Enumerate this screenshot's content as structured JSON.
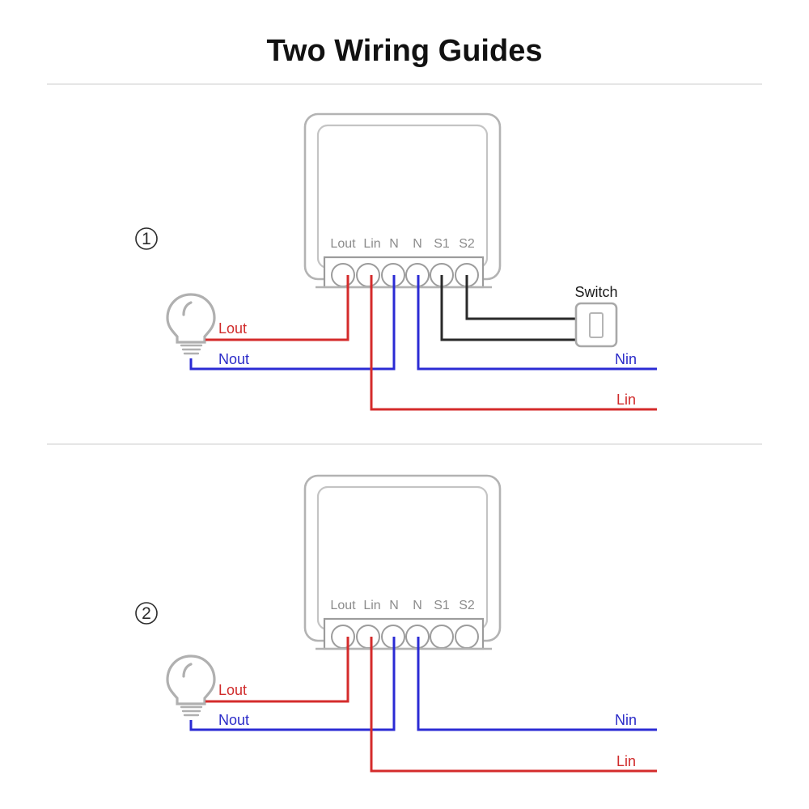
{
  "page": {
    "title": "Two Wiring Guides",
    "background_color": "#ffffff"
  },
  "colors": {
    "live_wire": "#d42b2b",
    "neutral_wire": "#2b2bd4",
    "signal_wire": "#2a2a2a",
    "device_outline": "#b3b3b3",
    "terminal_label": "#8c8c8c",
    "divider": "#e6e6e6"
  },
  "diagrams": [
    {
      "step_number": "①",
      "step_plain": "1",
      "device": {
        "terminals": [
          {
            "label": "Lout",
            "wire_color": "#d42b2b",
            "connected": true
          },
          {
            "label": "Lin",
            "wire_color": "#d42b2b",
            "connected": true
          },
          {
            "label": "N",
            "wire_color": "#2b2bd4",
            "connected": true
          },
          {
            "label": "N",
            "wire_color": "#2b2bd4",
            "connected": true
          },
          {
            "label": "S1",
            "wire_color": "#2a2a2a",
            "connected": true
          },
          {
            "label": "S2",
            "wire_color": "#2a2a2a",
            "connected": true
          }
        ]
      },
      "load": {
        "name": "light-bulb"
      },
      "switch": {
        "label": "Switch",
        "present": true
      },
      "wire_labels": [
        {
          "text": "Lout",
          "color": "#d42b2b"
        },
        {
          "text": "Nout",
          "color": "#2b2bd4"
        },
        {
          "text": "Nin",
          "color": "#2b2bd4"
        },
        {
          "text": "Lin",
          "color": "#d42b2b"
        }
      ]
    },
    {
      "step_number": "②",
      "step_plain": "2",
      "device": {
        "terminals": [
          {
            "label": "Lout",
            "wire_color": "#d42b2b",
            "connected": true
          },
          {
            "label": "Lin",
            "wire_color": "#d42b2b",
            "connected": true
          },
          {
            "label": "N",
            "wire_color": "#2b2bd4",
            "connected": true
          },
          {
            "label": "N",
            "wire_color": "#2b2bd4",
            "connected": true
          },
          {
            "label": "S1",
            "wire_color": "#2a2a2a",
            "connected": false
          },
          {
            "label": "S2",
            "wire_color": "#2a2a2a",
            "connected": false
          }
        ]
      },
      "load": {
        "name": "light-bulb"
      },
      "switch": {
        "label": "",
        "present": false
      },
      "wire_labels": [
        {
          "text": "Lout",
          "color": "#d42b2b"
        },
        {
          "text": "Nout",
          "color": "#2b2bd4"
        },
        {
          "text": "Nin",
          "color": "#2b2bd4"
        },
        {
          "text": "Lin",
          "color": "#d42b2b"
        }
      ]
    }
  ]
}
